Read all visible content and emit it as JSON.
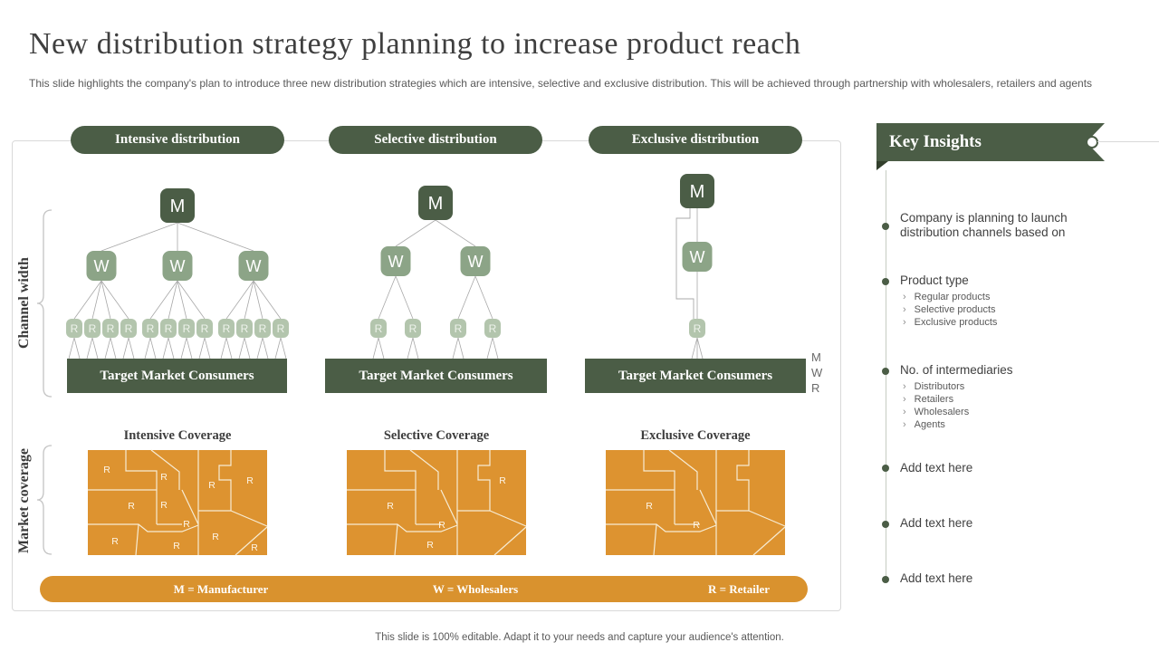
{
  "title": "New distribution strategy planning to increase product reach",
  "subtitle": "This slide highlights the company's plan to introduce three new distribution strategies which are intensive, selective and exclusive distribution. This will be achieved through partnership with wholesalers, retailers and agents",
  "footer": "This slide is 100% editable. Adapt it to your needs and capture your audience's attention.",
  "axis_labels": {
    "channel_width": "Channel width",
    "market_coverage": "Market coverage"
  },
  "symbols": {
    "manufacturer": "M",
    "wholesaler": "W",
    "retailer": "R"
  },
  "side_stack": [
    "M",
    "W",
    "R"
  ],
  "consumers_label": "Target Market Consumers",
  "columns": [
    {
      "header": "Intensive distribution",
      "wholesalers": 3,
      "retailers_per_wholesaler": 4,
      "coverage": {
        "title": "Intensive Coverage",
        "r_positions": [
          [
            21,
            21
          ],
          [
            84,
            29
          ],
          [
            48,
            61
          ],
          [
            84,
            60
          ],
          [
            109,
            81
          ],
          [
            30,
            100
          ],
          [
            98,
            105
          ],
          [
            137,
            38
          ],
          [
            179,
            33
          ],
          [
            141,
            95
          ],
          [
            184,
            107
          ]
        ]
      }
    },
    {
      "header": "Selective distribution",
      "wholesalers": 2,
      "retailers_per_wholesaler": 2,
      "coverage": {
        "title": "Selective Coverage",
        "r_positions": [
          [
            48,
            61
          ],
          [
            105,
            82
          ],
          [
            92,
            104
          ],
          [
            172,
            33
          ]
        ]
      }
    },
    {
      "header": "Exclusive distribution",
      "wholesalers": 1,
      "retailers_per_wholesaler": 1,
      "bypass": true,
      "coverage": {
        "title": "Exclusive Coverage",
        "r_positions": [
          [
            48,
            61
          ],
          [
            100,
            82
          ]
        ]
      }
    }
  ],
  "legend": {
    "items": [
      "M = Manufacturer",
      "W = Wholesalers",
      "R = Retailer"
    ]
  },
  "key_insights": {
    "title": "Key Insights",
    "items": [
      {
        "text": "Company is planning to launch distribution channels based on",
        "subs": []
      },
      {
        "text": "Product type",
        "subs": [
          "Regular products",
          "Selective products",
          "Exclusive products"
        ]
      },
      {
        "text": "No. of intermediaries",
        "subs": [
          "Distributors",
          "Retailers",
          "Wholesalers",
          "Agents"
        ]
      },
      {
        "text": "Add text here",
        "subs": []
      },
      {
        "text": "Add text here",
        "subs": []
      },
      {
        "text": "Add text here",
        "subs": []
      }
    ]
  },
  "colors": {
    "dark_green": "#4b5d46",
    "mid_green": "#8ca487",
    "light_green": "#b3c5ad",
    "orange": "#dd9330",
    "legend_orange": "#d9922e",
    "connector_gray": "#a8a8a8",
    "map_line": "#f7ecd4"
  }
}
